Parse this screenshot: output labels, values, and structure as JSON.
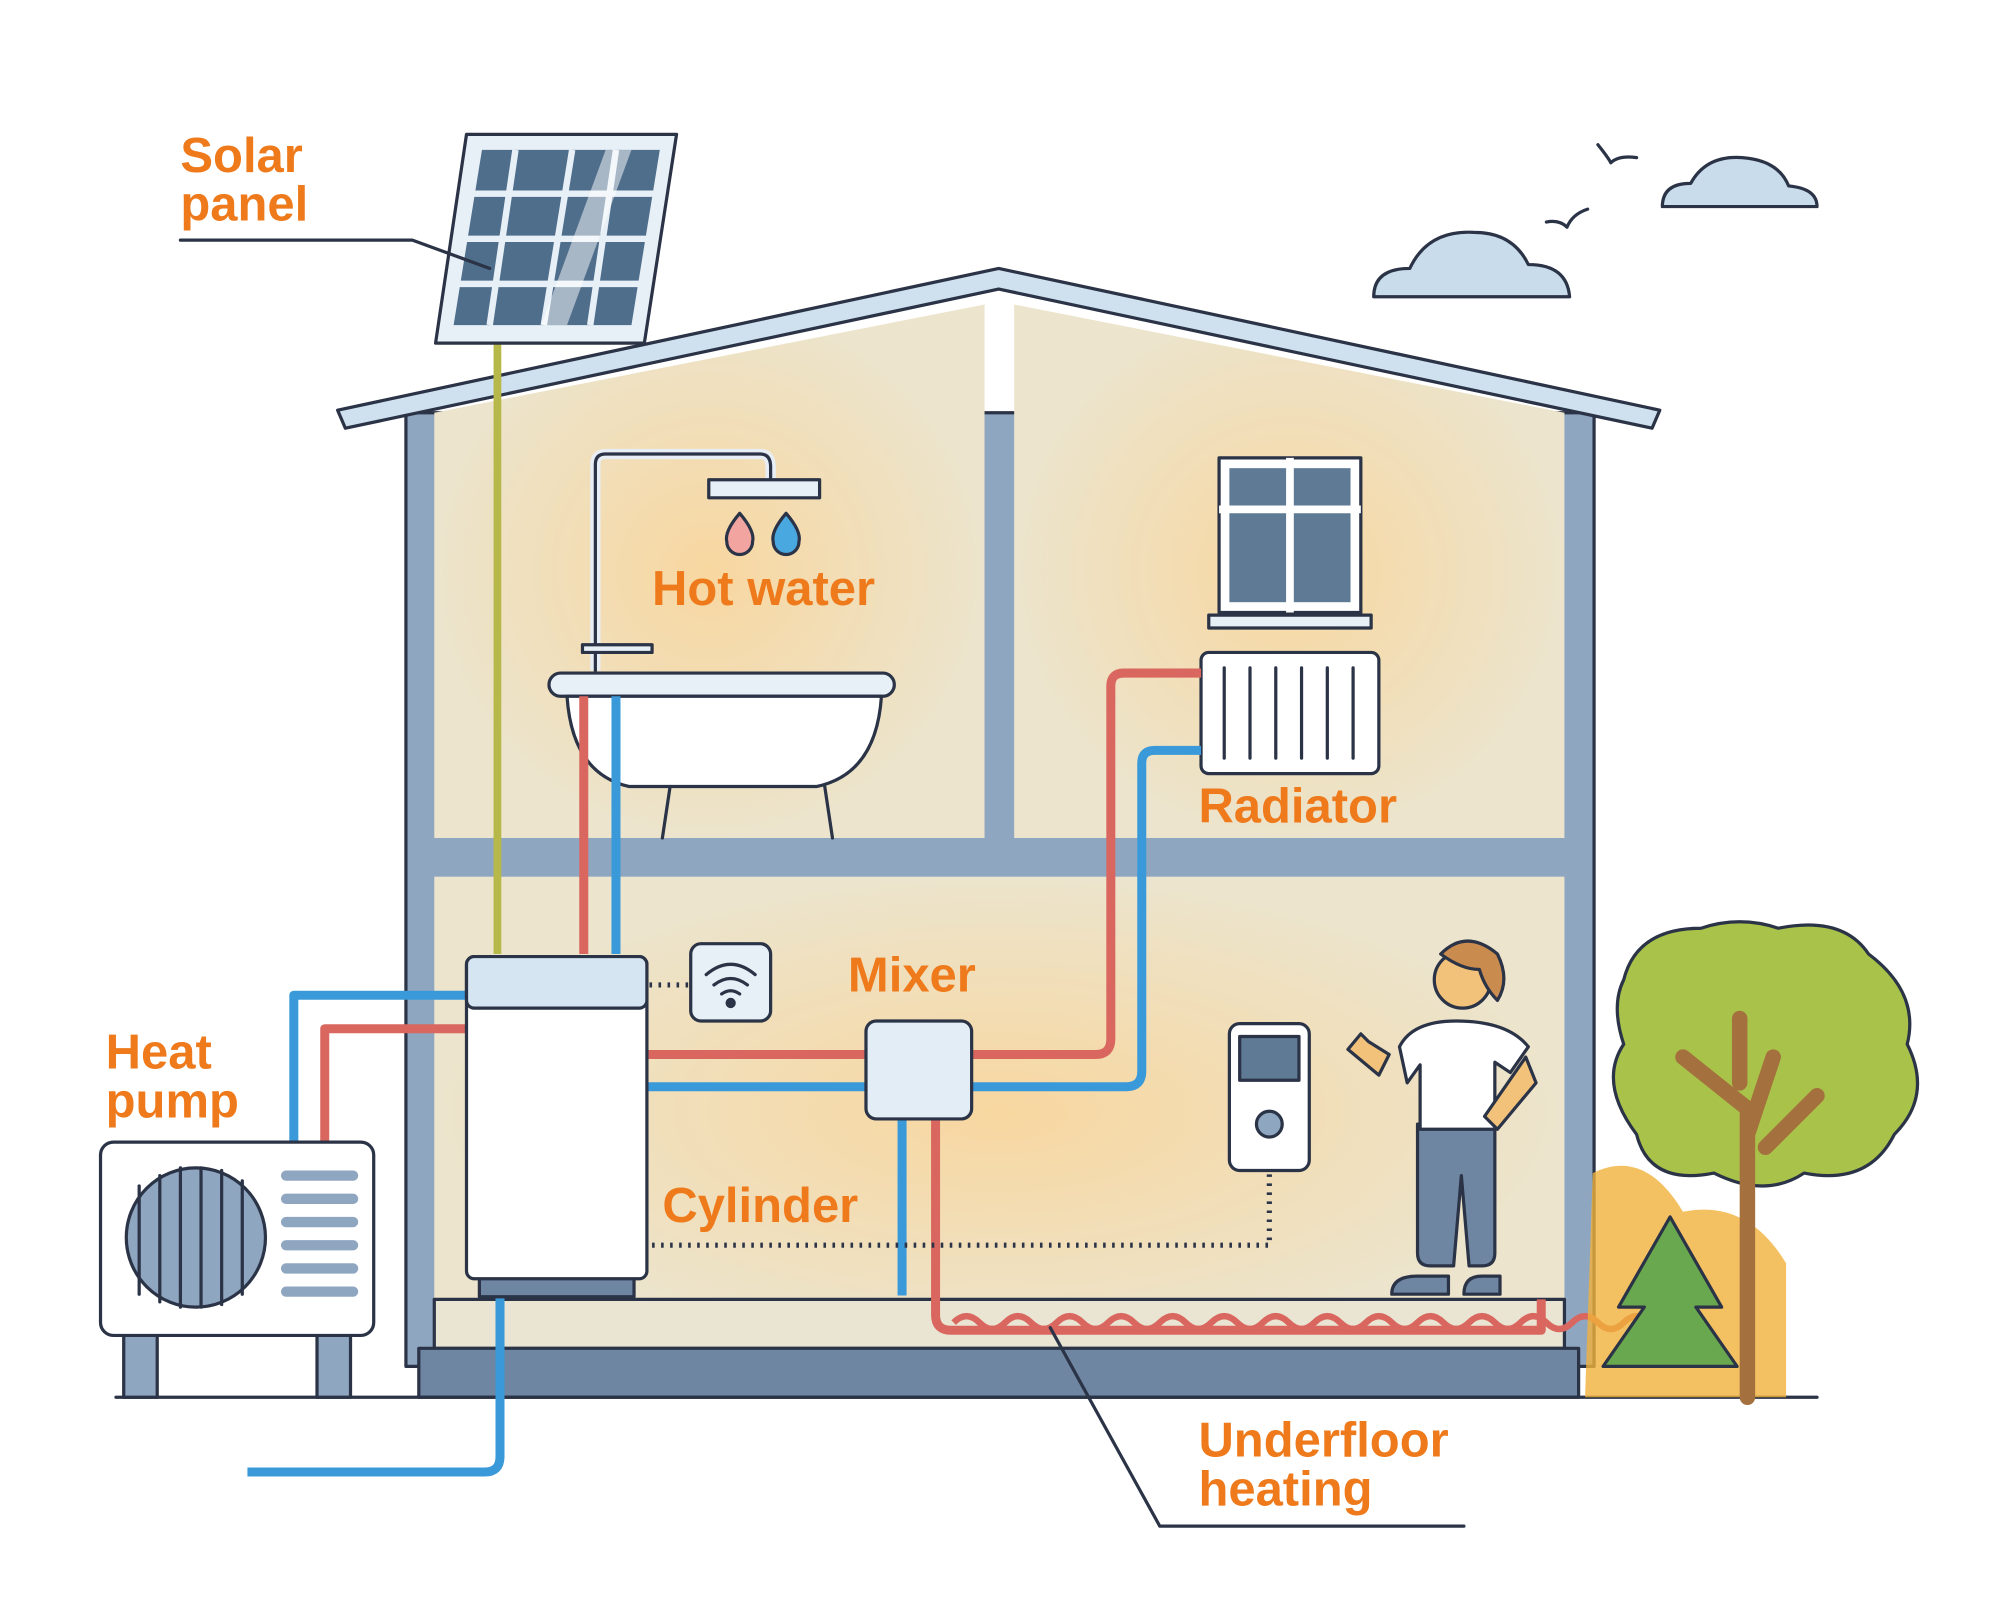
{
  "labels": {
    "solar_panel": [
      "Solar",
      "panel"
    ],
    "hot_water": "Hot water",
    "radiator": "Radiator",
    "mixer": "Mixer",
    "heat_pump": [
      "Heat",
      "pump"
    ],
    "cylinder": "Cylinder",
    "underfloor_heating": [
      "Underfloor",
      "heating"
    ]
  },
  "colors": {
    "label": "#ee7a1c",
    "hot_pipe": "#d9675f",
    "cold_pipe": "#3a9ad9",
    "wall": "#8fa6c0",
    "interior": "#ede3c8",
    "warm_glow": "#f7d9a0",
    "outline": "#2b3347",
    "tree_green": "#8fb63e"
  }
}
